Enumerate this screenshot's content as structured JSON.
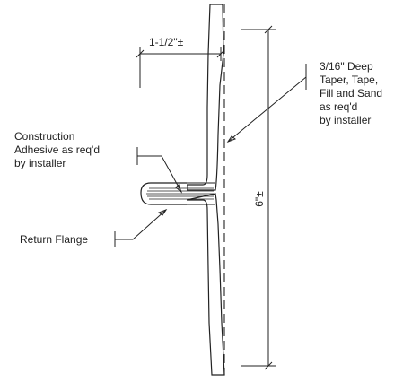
{
  "labels": {
    "width_dim": "1-1/2\"±",
    "height_dim": "6\"±",
    "taper_note": [
      "3/16\" Deep",
      "Taper, Tape,",
      "Fill and Sand",
      "as req'd",
      "by installer"
    ],
    "adhesive_note": [
      "Construction",
      "Adhesive as req'd",
      "by installer"
    ],
    "flange_note": "Return Flange"
  }
}
